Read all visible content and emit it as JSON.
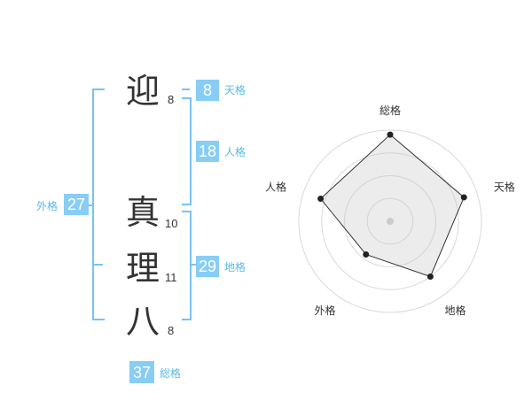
{
  "name_chars": [
    {
      "char": "迎",
      "strokes": "8"
    },
    {
      "char": "真",
      "strokes": "10"
    },
    {
      "char": "理",
      "strokes": "11"
    },
    {
      "char": "八",
      "strokes": "8"
    }
  ],
  "fortunes": {
    "tenkaku": {
      "value": "8",
      "label": "天格"
    },
    "jinkaku": {
      "value": "18",
      "label": "人格"
    },
    "chikaku": {
      "value": "29",
      "label": "地格"
    },
    "gaikaku": {
      "value": "27",
      "label": "外格"
    },
    "soukaku": {
      "value": "37",
      "label": "総格"
    }
  },
  "colors": {
    "accent": "#87cdf6",
    "bracket": "#77c3ee",
    "text": "#333333"
  },
  "chart_data": {
    "type": "radar",
    "axes": [
      "総格",
      "天格",
      "地格",
      "外格",
      "人格"
    ],
    "values": [
      0.95,
      0.85,
      0.75,
      0.45,
      0.8
    ],
    "range": [
      0,
      1
    ],
    "rings": 4
  }
}
